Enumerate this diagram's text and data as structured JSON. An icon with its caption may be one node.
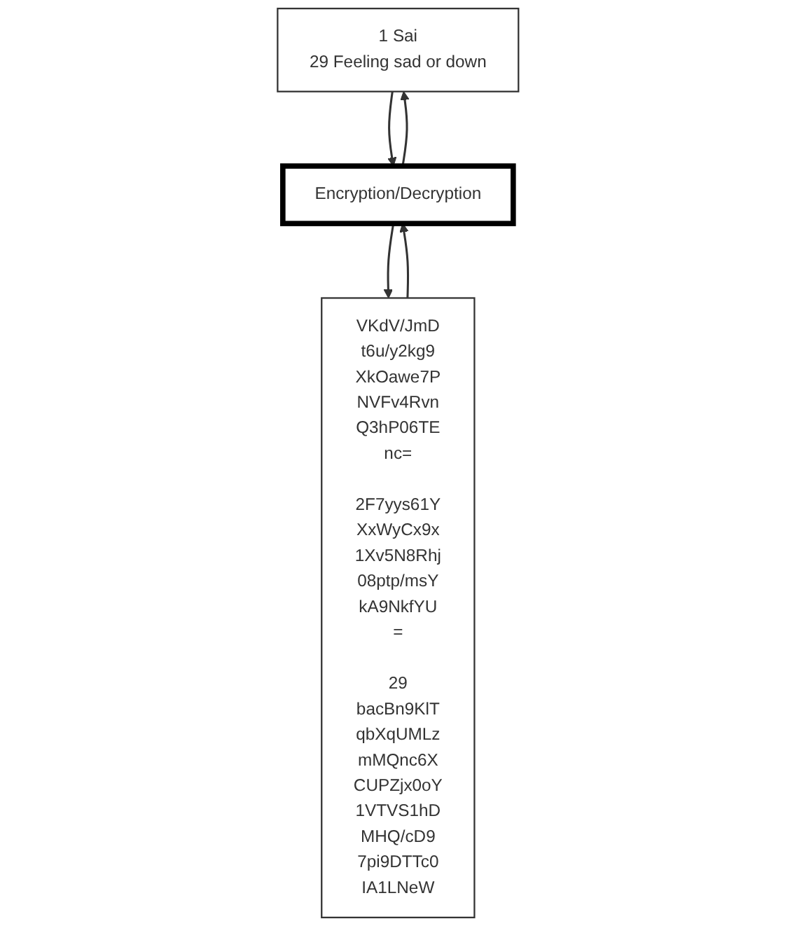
{
  "diagram": {
    "nodes": [
      {
        "text": [
          "1 Sai",
          "29 Feeling sad or down"
        ]
      },
      {
        "text": [
          "Encryption/Decryption"
        ]
      },
      {
        "text": [
          "VKdV/JmD t6u/y2kg9 XkOawe7P NVFv4Rvn Q3hP06TE nc=",
          "2F7yys61Y XxWyCx9x 1Xv5N8Rhj 08ptp/msY kA9NkfYU =",
          "29 bacBn9KlT qbXqUMLz mMQnc6X CUPZjx0oY 1VTVS1hD MHQ/cD9 7pi9DTTc0 IA1LNeW"
        ]
      }
    ],
    "edges": [
      {
        "from": 1,
        "to": 0,
        "arrow": "to"
      },
      {
        "from": 0,
        "to": 1,
        "arrow": "to"
      },
      {
        "from": 2,
        "to": 1,
        "arrow": "to"
      },
      {
        "from": 1,
        "to": 2,
        "arrow": "to"
      }
    ]
  }
}
